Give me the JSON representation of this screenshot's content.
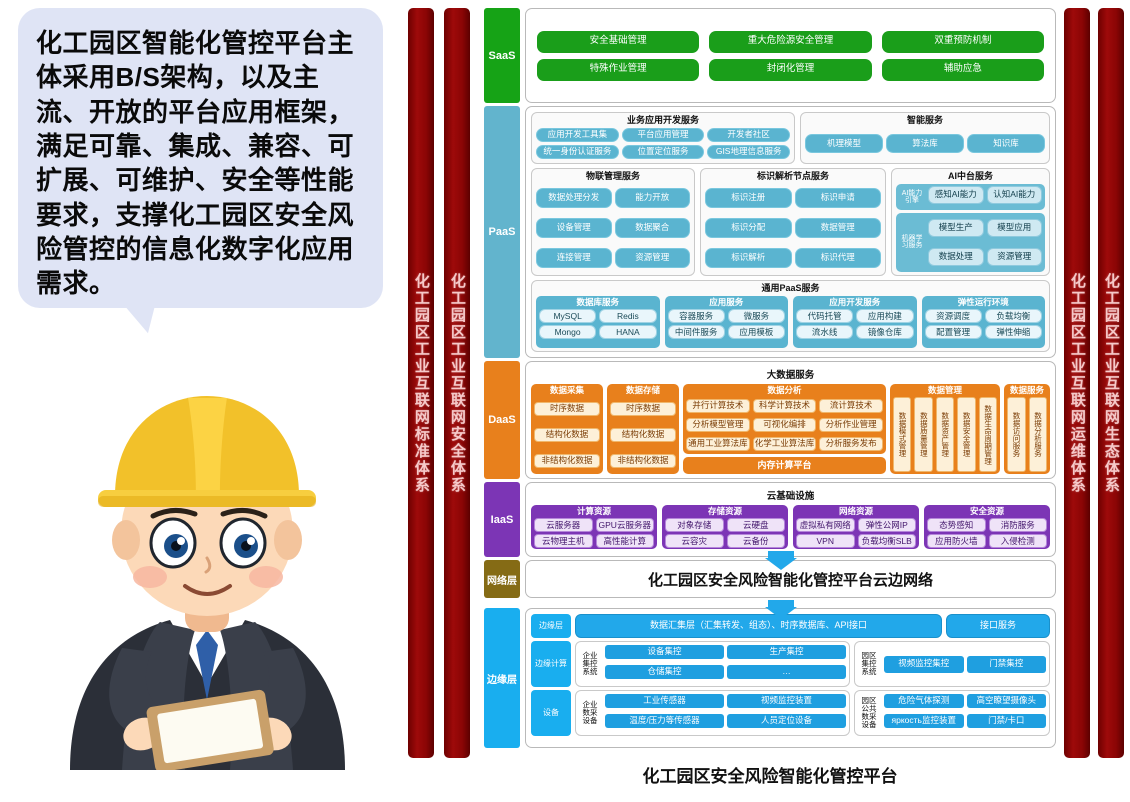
{
  "bubble": {
    "text": "化工园区智能化管控平台主体采用B/S架构，以及主流、开放的平台应用框架，满足可靠、集成、兼容、可扩展、可维护、安全等性能要求，支撑化工园区安全风险管控的信息化数字化应用需求。"
  },
  "side_bars": {
    "left": [
      "化工园区工业互联网标准体系",
      "化工园区工业互联网安全体系"
    ],
    "right": [
      "化工园区工业互联网运维体系",
      "化工园区工业互联网生态体系"
    ]
  },
  "caption": "化工园区安全风险智能化管控平台",
  "layers": {
    "saas": {
      "tag": "SaaS",
      "color": "#16a316",
      "items": [
        "安全基础管理",
        "重大危险源安全管理",
        "双重预防机制",
        "特殊作业管理",
        "封闭化管理",
        "辅助应急"
      ]
    },
    "paas": {
      "tag": "PaaS",
      "color": "#62b4cd",
      "biz_dev": {
        "title": "业务应用开发服务",
        "items": [
          "应用开发工具集",
          "平台应用管理",
          "开发者社区",
          "统一身份认证服务",
          "位置定位服务",
          "GIS地理信息服务"
        ]
      },
      "smart": {
        "title": "智能服务",
        "items": [
          "机理模型",
          "算法库",
          "知识库"
        ]
      },
      "iot": {
        "title": "物联管理服务",
        "items": [
          "数据处理分发",
          "能力开放",
          "设备管理",
          "数据聚合",
          "连接管理",
          "资源管理"
        ]
      },
      "ident": {
        "title": "标识解析节点服务",
        "items": [
          "标识注册",
          "标识申请",
          "标识分配",
          "数据管理",
          "标识解析",
          "标识代理"
        ]
      },
      "ai": {
        "title": "AI中台服务",
        "engine_label": "AI能力引擎",
        "engine_items": [
          "感知AI能力",
          "认知AI能力"
        ],
        "ml_label": "机器学习服务",
        "ml_items": [
          "模型生产",
          "模型应用",
          "数据处理",
          "资源管理"
        ]
      },
      "common": {
        "title": "通用PaaS服务",
        "groups": [
          {
            "title": "数据库服务",
            "items": [
              "MySQL",
              "Redis",
              "Mongo",
              "HANA"
            ]
          },
          {
            "title": "应用服务",
            "items": [
              "容器服务",
              "微服务",
              "中间件服务",
              "应用模板"
            ]
          },
          {
            "title": "应用开发服务",
            "items": [
              "代码托管",
              "应用构建",
              "流水线",
              "镜像仓库"
            ]
          },
          {
            "title": "弹性运行环境",
            "items": [
              "资源调度",
              "负载均衡",
              "配置管理",
              "弹性伸缩"
            ]
          }
        ]
      }
    },
    "daas": {
      "tag": "DaaS",
      "color": "#e8801c",
      "title": "大数据服务",
      "collect": {
        "title": "数据采集",
        "items": [
          "时序数据",
          "结构化数据",
          "非结构化数据"
        ]
      },
      "store": {
        "title": "数据存储",
        "items": [
          "时序数据",
          "结构化数据",
          "非结构化数据"
        ]
      },
      "analysis": {
        "title": "数据分析",
        "items": [
          "并行计算技术",
          "科学计算技术",
          "流计算技术",
          "分析模型管理",
          "可视化编排",
          "分析作业管理",
          "通用工业算法库",
          "化学工业算法库",
          "分析服务发布"
        ]
      },
      "memory_platform": "内存计算平台",
      "manage": {
        "title": "数据管理",
        "items": [
          "数据模式管理",
          "数据质量管理",
          "数据资产管理",
          "数据安全管理",
          "数据生命周期管理"
        ]
      },
      "service": {
        "title": "数据服务",
        "items": [
          "数据访问服务",
          "数据分析服务"
        ]
      }
    },
    "iaas": {
      "tag": "IaaS",
      "color": "#7c35b5",
      "title": "云基础设施",
      "groups": [
        {
          "title": "计算资源",
          "items": [
            "云服务器",
            "GPU云服务器",
            "云物理主机",
            "高性能计算"
          ]
        },
        {
          "title": "存储资源",
          "items": [
            "对象存储",
            "云硬盘",
            "云容灾",
            "云备份"
          ]
        },
        {
          "title": "网络资源",
          "items": [
            "虚拟私有网络",
            "弹性公网IP",
            "VPN",
            "负载均衡SLB"
          ]
        },
        {
          "title": "安全资源",
          "items": [
            "态势感知",
            "消防服务",
            "应用防火墙",
            "入侵检测"
          ]
        }
      ]
    },
    "network": {
      "tag": "网络层",
      "color": "#856b15",
      "title": "化工园区安全风险智能化管控平台云边网络"
    },
    "edge": {
      "tag": "边缘层",
      "color": "#19aeef",
      "sub_tag": "边缘层",
      "data_bar": "数据汇集层（汇集转发、组态）、时序数据库、API接口",
      "api_service": "接口服务",
      "edge_compute": {
        "tag": "边缘计算",
        "enterprise_label": "企业集控系统",
        "enterprise_items": [
          "设备集控",
          "生产集控",
          "仓储集控",
          "…"
        ],
        "park_label": "园区集控系统",
        "park_items": [
          "视频监控集控",
          "门禁集控"
        ]
      },
      "devices": {
        "tag": "设备",
        "enterprise_label": "企业数采设备",
        "enterprise_items": [
          "工业传感器",
          "视频监控装置",
          "温度/压力等传感器",
          "人员定位设备"
        ],
        "park_label": "园区公共数采设备",
        "park_items": [
          "危险气体探测",
          "高空瞭望摄像头",
          "яркость监控装置",
          "门禁/卡口"
        ]
      }
    }
  }
}
